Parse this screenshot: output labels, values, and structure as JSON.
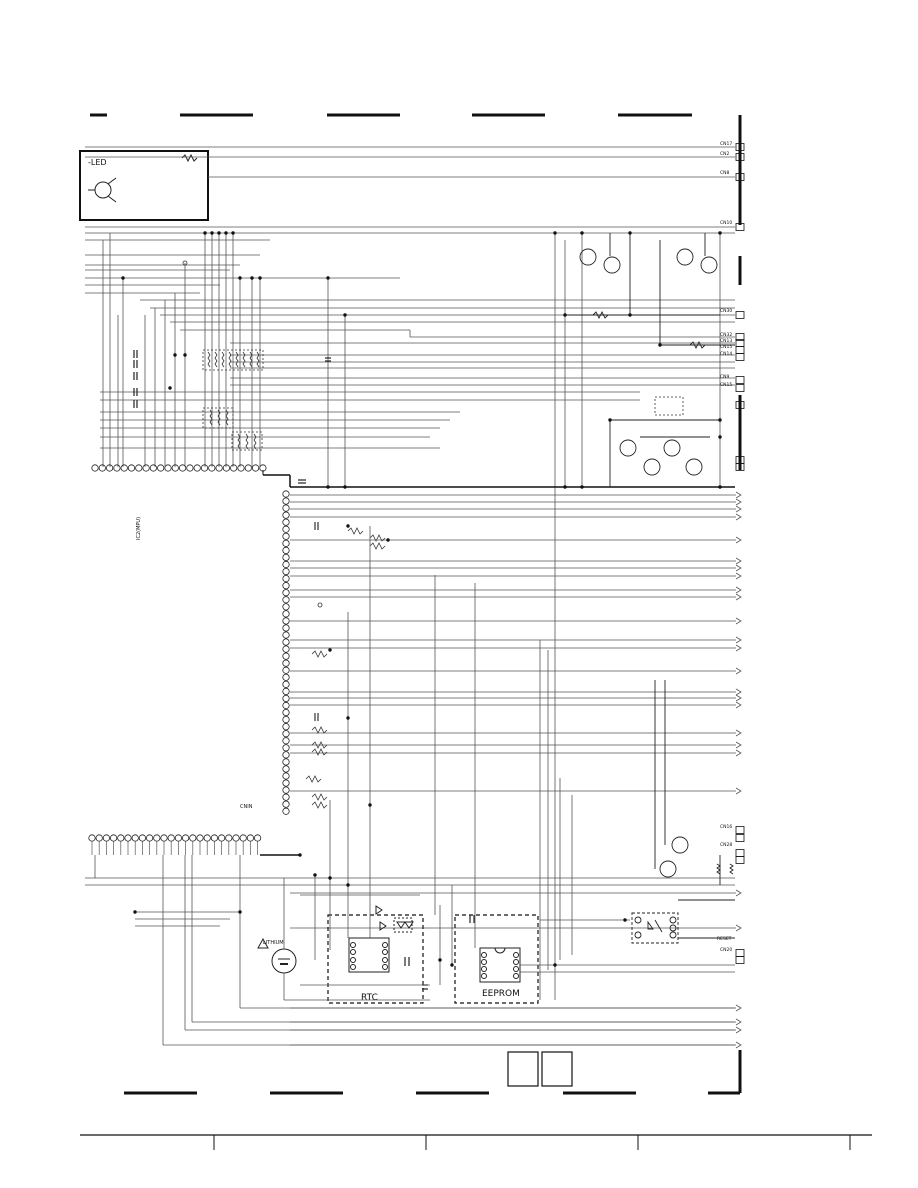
{
  "blocks": {
    "led": "-LED",
    "rtc": "RTC",
    "eeprom": "EEPROM",
    "lithium": "LITHIUM"
  },
  "connectors": [
    "CN17",
    "CN2",
    "CN8",
    "CN10",
    "CN30",
    "CN32",
    "CN13",
    "CN15",
    "CN14",
    "CN9",
    "CN15",
    "CN16",
    "CN28",
    "CN20"
  ],
  "misc_labels": {
    "cnin": "CNIN",
    "ic_side": "IC2(MPU)",
    "reset": "RESET"
  },
  "colors": {
    "ink": "#1a1a1a",
    "line": "#333333",
    "paper": "#ffffff"
  }
}
